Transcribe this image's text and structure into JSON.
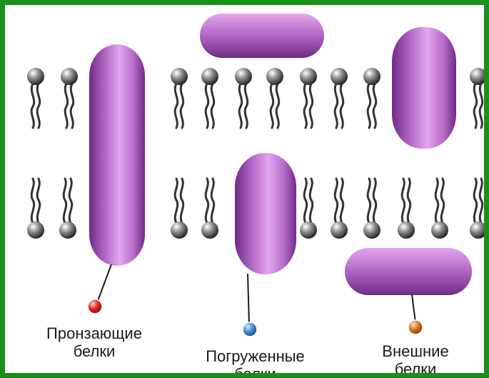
{
  "colors": {
    "frame": "#1a8f1a",
    "protein_light": "#e2a6ee",
    "protein_mid": "#b66cc9",
    "protein_dark": "#6e2a86",
    "lipid_head_light": "#ffffff",
    "lipid_head_dark": "#1a1a1a",
    "marker_red": "#d8201c",
    "marker_blue": "#3a86d4",
    "marker_orange": "#d2701e"
  },
  "labels": {
    "integral": {
      "line1": "Пронзающие",
      "line2": "белки"
    },
    "embedded": {
      "line1": "Погруженные",
      "line2": "белки"
    },
    "peripheral": {
      "line1": "Внешние",
      "line2": "белки"
    }
  }
}
